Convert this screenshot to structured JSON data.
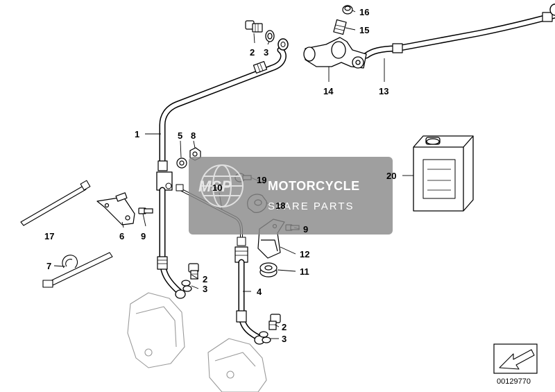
{
  "diagram": {
    "callouts": {
      "p1": "1",
      "p2a": "2",
      "p2b": "2",
      "p2c": "2",
      "p3a": "3",
      "p3b": "3",
      "p3c": "3",
      "p4": "4",
      "p5": "5",
      "p6": "6",
      "p7": "7",
      "p8": "8",
      "p9a": "9",
      "p9b": "9",
      "p10": "10",
      "p11": "11",
      "p12": "12",
      "p13": "13",
      "p14": "14",
      "p15": "15",
      "p16": "16",
      "p17": "17",
      "p18": "18",
      "p19": "19",
      "p20": "20"
    },
    "diagram_number": "00129770"
  },
  "watermark": {
    "logo_text": "MSP",
    "title": "MOTORCYCLE",
    "subtitle": "SPARE PARTS"
  },
  "colors": {
    "line": "#000000",
    "watermark_bg": "#8a8a8a",
    "part_fill": "#ffffff",
    "caliper_line": "#9a9a9a"
  }
}
